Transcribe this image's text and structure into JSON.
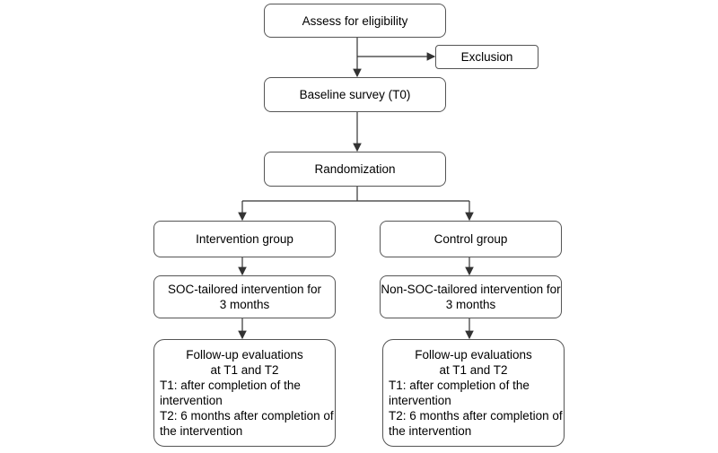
{
  "flow": {
    "assess": "Assess for eligibility",
    "exclusion": "Exclusion",
    "baseline": "Baseline survey (T0)",
    "randomization": "Randomization",
    "intervention_group": "Intervention group",
    "control_group": "Control group",
    "soc_tailored": {
      "line1": "SOC-tailored intervention for",
      "line2": "3 months"
    },
    "non_soc_tailored": {
      "line1": "Non-SOC-tailored intervention for",
      "line2": "3 months"
    },
    "followup": {
      "line1": "Follow-up evaluations",
      "line2": "at T1 and T2",
      "t1_line1": "T1: after completion of the",
      "t1_line2": "intervention",
      "t2_line1": "T2: 6 months after completion of",
      "t2_line2": "the intervention"
    }
  }
}
